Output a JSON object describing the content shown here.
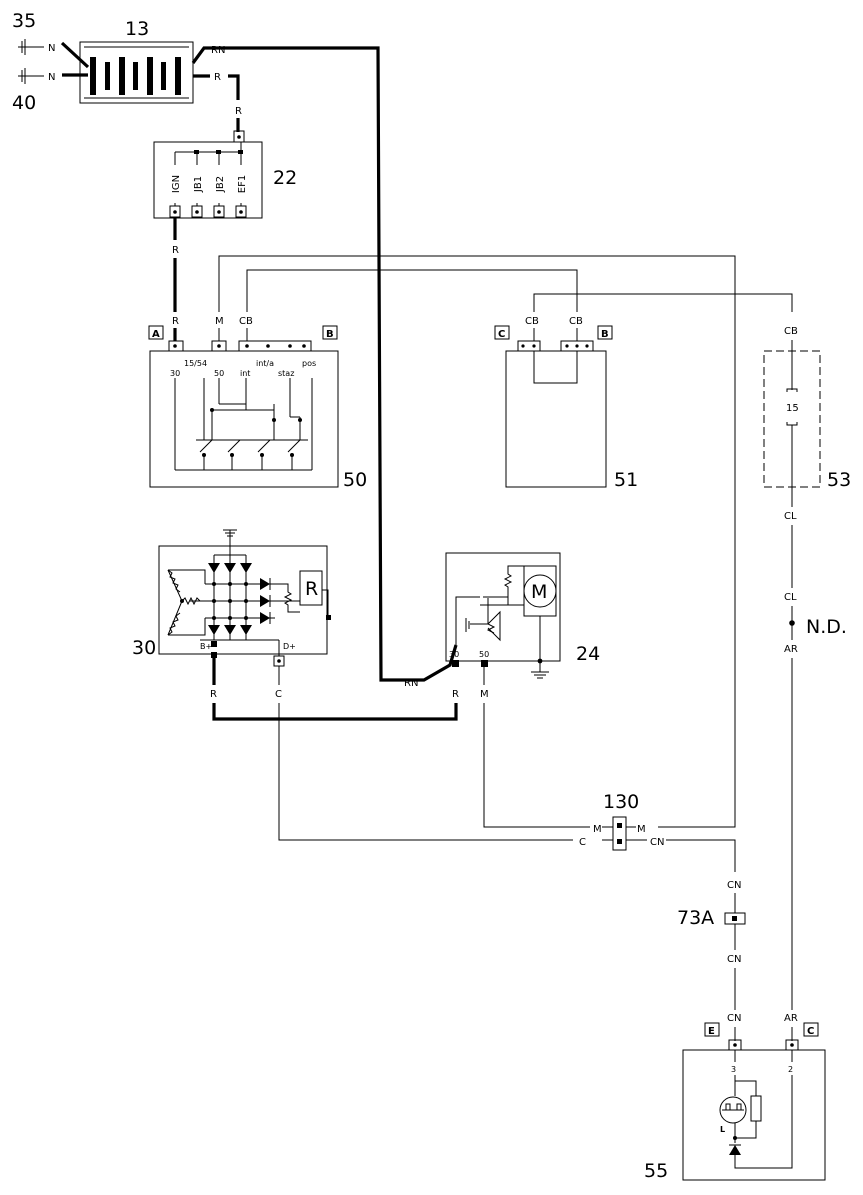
{
  "components": {
    "c35": "35",
    "c40": "40",
    "c13": "13",
    "c22": "22",
    "c50": "50",
    "c51": "51",
    "c53": "53",
    "c30": "30",
    "c24": "24",
    "c130": "130",
    "c73a": "73A",
    "c55": "55"
  },
  "fuses": {
    "f1": "IGN",
    "f2": "JB1",
    "f3": "JB2",
    "f4": "EF1"
  },
  "switch_labels": {
    "t30": "30",
    "t1554": "15/54",
    "t50": "50",
    "int": "int",
    "inta": "int/a",
    "staz": "staz",
    "pos": "pos"
  },
  "alternator": {
    "reg": "R",
    "bplus": "B+",
    "dplus": "D+"
  },
  "starter": {
    "motor": "M",
    "t30": "30",
    "t50": "50"
  },
  "fuse53": "15",
  "nd": "N.D.",
  "connectors": {
    "A": "A",
    "B": "B",
    "C": "C",
    "E": "E"
  },
  "pins55": {
    "p3": "3",
    "p2": "2",
    "lamp": "L"
  },
  "wires": {
    "N": "N",
    "RN": "RN",
    "R": "R",
    "M": "M",
    "CB": "CB",
    "C": "C",
    "CN": "CN",
    "CL": "CL",
    "AR": "AR"
  }
}
